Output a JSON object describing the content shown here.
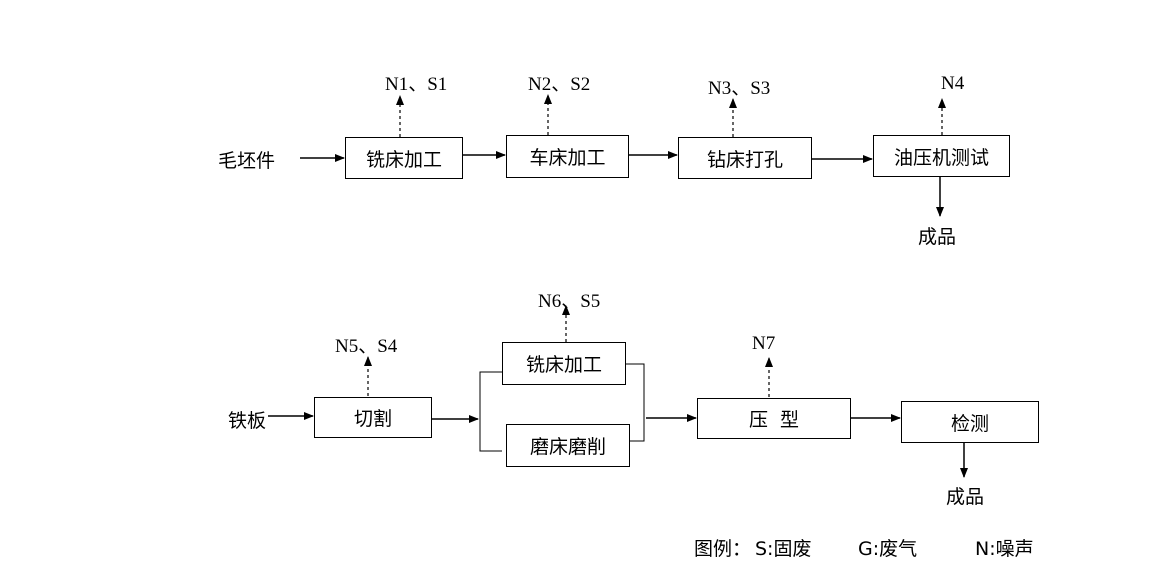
{
  "process1": {
    "input": "毛坯件",
    "steps": [
      "铣床加工",
      "车床加工",
      "钻床打孔",
      "油压机测试"
    ],
    "emissions": [
      "N1、S1",
      "N2、S2",
      "N3、S3",
      "N4"
    ],
    "output": "成品"
  },
  "process2": {
    "input": "铁板",
    "cut": "切割",
    "cut_emission": "N5、S4",
    "branch_top": "铣床加工",
    "branch_top_emission": "N6、S5",
    "branch_bottom": "磨床磨削",
    "press": "压  型",
    "press_emission": "N7",
    "inspect": "检测",
    "output": "成品"
  },
  "legend": {
    "title": "图例：",
    "items": [
      "S:固废",
      "G:废气",
      "N:噪声"
    ]
  }
}
